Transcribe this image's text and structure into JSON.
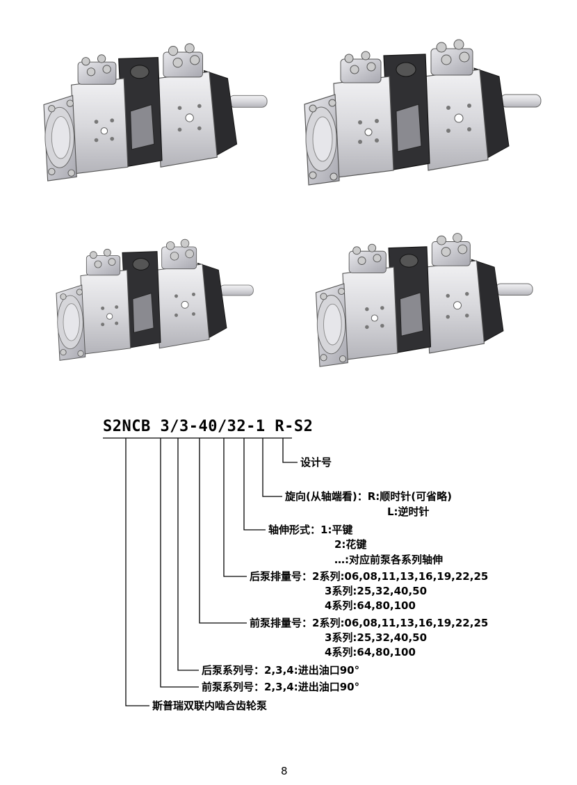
{
  "model_code": "S2NCB 3/3-40/32-1 R-S2",
  "labels": {
    "design_no": "设计号",
    "rotation": "旋向(从轴端看)：R:顺时针(可省略)",
    "rotation_l": "L:逆时针",
    "shaft": "轴伸形式：1:平键",
    "shaft_2": "2:花键",
    "shaft_3": "…:对应前泵各系列轴伸",
    "rear_disp": "后泵排量号：2系列:06,08,11,13,16,19,22,25",
    "rear_disp_3": "3系列:25,32,40,50",
    "rear_disp_4": "4系列:64,80,100",
    "front_disp": "前泵排量号：2系列:06,08,11,13,16,19,22,25",
    "front_disp_3": "3系列:25,32,40,50",
    "front_disp_4": "4系列:64,80,100",
    "rear_series": "后泵系列号：2,3,4:进出油口90°",
    "front_series": "前泵系列号：2,3,4:进出油口90°",
    "product": "斯普瑞双联内啮合齿轮泵"
  },
  "page_number": "8"
}
